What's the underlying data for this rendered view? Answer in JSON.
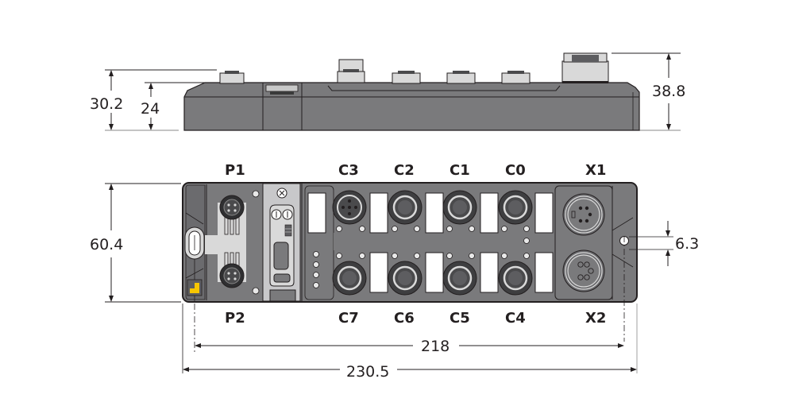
{
  "diagram": {
    "type": "technical-dimension-drawing",
    "subject": "fieldbus I/O module",
    "side_view": {
      "dimensions": {
        "overall_height_left": "30.2",
        "body_height": "24",
        "overall_height_right": "38.8"
      }
    },
    "top_view": {
      "dimensions": {
        "width": "60.4",
        "mounting_hole": "6.3",
        "hole_spacing": "218",
        "overall_length": "230.5"
      },
      "connector_labels_top": [
        "P1",
        "C3",
        "C2",
        "C1",
        "C0",
        "X1"
      ],
      "connector_labels_bottom": [
        "P2",
        "C7",
        "C6",
        "C5",
        "C4",
        "X2"
      ]
    },
    "colors": {
      "housing": "#7a7a7c",
      "housing_dark": "#5d5d60",
      "outline": "#231f20",
      "light_panel": "#d9d9d9",
      "accent_yellow": "#f7c600",
      "connector": "#4a4a4c"
    }
  }
}
